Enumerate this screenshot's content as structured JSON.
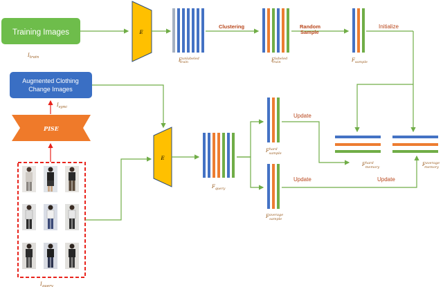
{
  "boxes": {
    "training": "Training Images",
    "augmented_line1": "Augmented Clothing",
    "augmented_line2": "Change Images",
    "pise": "PISE",
    "encoder_top": "E",
    "encoder_bottom": "E"
  },
  "labels": {
    "i_train": "I",
    "i_train_sub": "train",
    "i_sync": "I",
    "i_sync_sub": "sync",
    "i_query": "I",
    "i_query_sub": "query",
    "f_unlabeled": "F",
    "f_unlabeled_sup": "unlabeled",
    "f_unlabeled_sub": "train",
    "f_labeled": "F",
    "f_labeled_sup": "labeled",
    "f_labeled_sub": "train",
    "f_sample": "F",
    "f_sample_sub": "sample",
    "f_query": "F",
    "f_query_sub": "query",
    "f_hard_sample": "F",
    "f_hard_sample_sup": "hard",
    "f_hard_sample_sub": "sample",
    "f_avg_sample": "F",
    "f_avg_sample_sup": "average",
    "f_avg_sample_sub": "sample",
    "f_hard_memory": "F",
    "f_hard_memory_sup": "hard",
    "f_hard_memory_sub": "memory",
    "f_avg_memory": "F",
    "f_avg_memory_sup": "average",
    "f_avg_memory_sub": "memory"
  },
  "arrows": {
    "clustering": "Clustering",
    "random_sample_1": "Random",
    "random_sample_2": "Sample",
    "initialize": "Initialize",
    "update_1": "Update",
    "update_2": "Update",
    "update_3": "Update"
  },
  "colors": {
    "training_box": "#6ebd4b",
    "augmented_box": "#3a6fc4",
    "pise": "#ef7a2a",
    "encoder": "#ffc000",
    "flow_green": "#70ad47",
    "flow_red": "#e8231c",
    "feat_blue": "#4472c4",
    "feat_orange": "#ed7d31",
    "feat_green": "#70ad47",
    "feat_gray": "#a5b1c2",
    "dashed_border": "#e8231c"
  }
}
